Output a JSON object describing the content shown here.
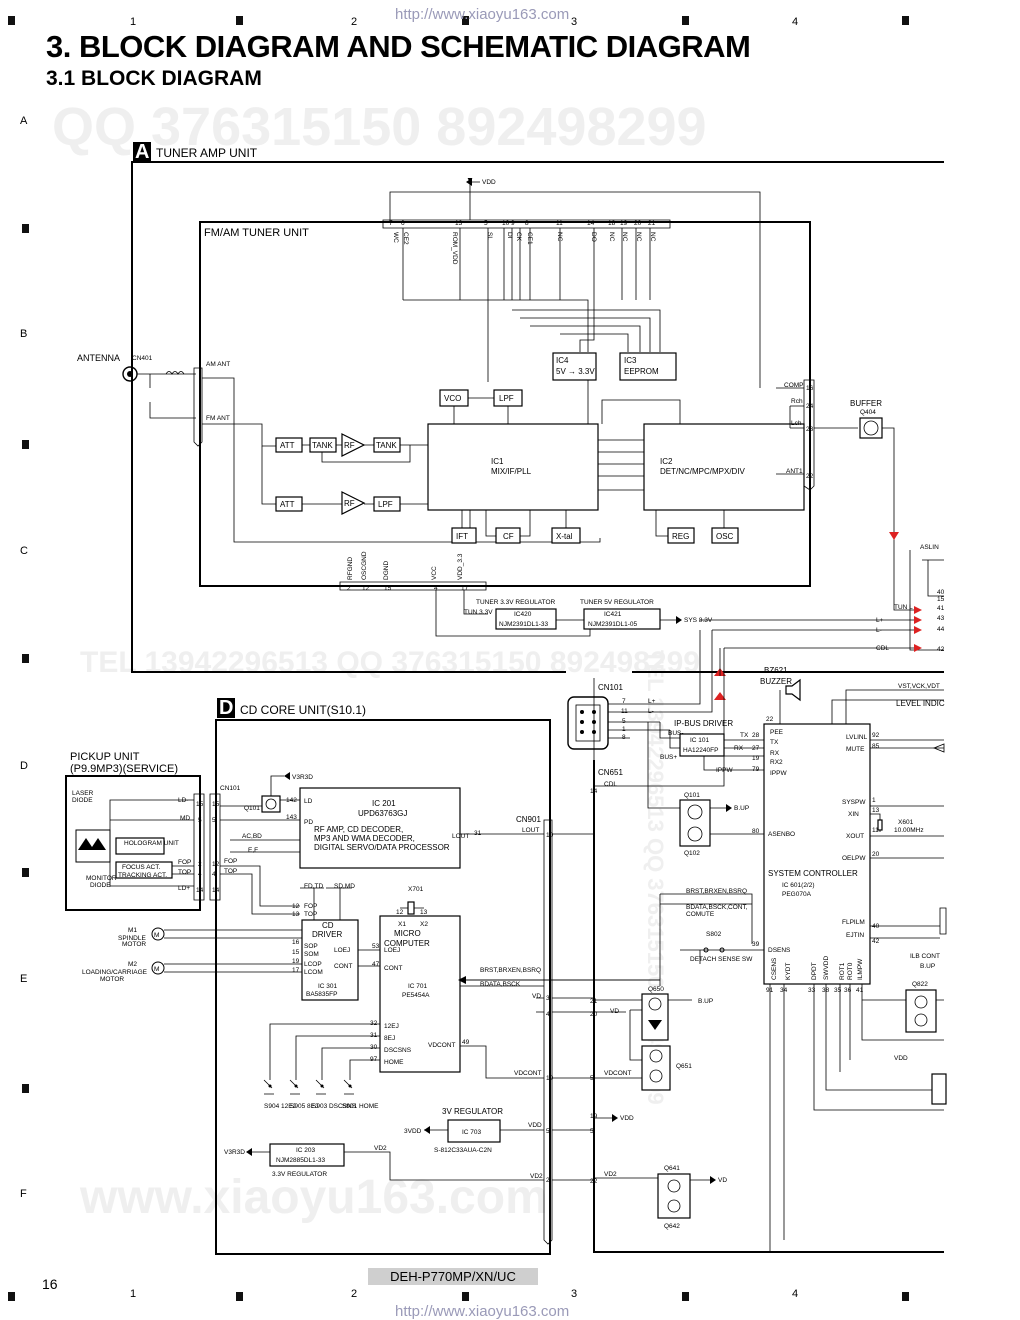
{
  "header": {
    "title": "3. BLOCK DIAGRAM AND SCHEMATIC DIAGRAM",
    "subtitle": "3.1  BLOCK DIAGRAM",
    "url": "http://www.xiaoyu163.com"
  },
  "grid": {
    "columns": [
      "1",
      "2",
      "3",
      "4"
    ],
    "rows": [
      "A",
      "B",
      "C",
      "D",
      "E",
      "F"
    ]
  },
  "watermarks": {
    "qq": "QQ 376315150    892498299",
    "tel": "TEL 13942296513    QQ 376315150  892498299",
    "side": "TEL 13942296513 QQ 376315150 892498299",
    "www": "www.xiaoyu163.com"
  },
  "units": {
    "tuner_amp": {
      "letter": "A",
      "name": "TUNER AMP UNIT"
    },
    "fm_am": {
      "name": "FM/AM TUNER UNIT"
    },
    "cd_core": {
      "letter": "D",
      "name": "CD CORE UNIT(S10.1)"
    }
  },
  "blocks": {
    "antenna": "ANTENNA",
    "cn401": "CN401",
    "am_ant": "AM ANT",
    "fm_ant": "FM ANT",
    "vdd": "VDD",
    "att": "ATT",
    "tank": "TANK",
    "rf": "RF",
    "lpf": "LPF",
    "vco": "VCO",
    "ic1": "IC1",
    "ic1_desc": "MIX/IF/PLL",
    "ic2": "IC2",
    "ic2_desc": "DET/NC/MPC/MPX/DIV",
    "ic3": "IC3",
    "ic3_desc": "EEPROM",
    "ic4": "IC4",
    "ic4_desc": "5V → 3.3V",
    "ift": "IFT",
    "cf": "CF",
    "xtal": "X-tal",
    "reg": "REG",
    "osc": "OSC",
    "comp": "COMP",
    "rch": "Rch",
    "lch": "Lch",
    "ant1": "ANT1",
    "buffer": "BUFFER",
    "q404": "Q404",
    "tuner33": "TUNER 3.3V REGULATOR",
    "tuner5": "TUNER 5V REGULATOR",
    "ic420": "IC420",
    "ic420_pn": "NJM2391DL1-33",
    "ic421": "IC421",
    "ic421_pn": "NJM2391DL1-05",
    "tun33": "TUN 3.3V",
    "sys83": "SYS 8.3V",
    "aslin": "ASLIN",
    "tun_l": "TUN L",
    "lplus": "L+",
    "lminus": "L-",
    "cdl": "CDL",
    "cn101": "CN101",
    "cn651": "CN651",
    "bz621": "BZ621",
    "buzzer": "BUZZER",
    "level": "LEVEL INDIC",
    "vst": "VST,VCK,VDT",
    "ipbus": "IP-BUS DRIVER",
    "ic101": "IC 101",
    "ic101_pn": "HA12240FP",
    "busminus": "BUS-",
    "busplus": "BUS+",
    "ippw": "IPPW",
    "pickup": "PICKUP UNIT",
    "pickup2": "(P9.9MP3)(SERVICE)",
    "laser": "LASER DIODE",
    "monitor": "MONITOR DIODE",
    "hologram": "HOLOGRAM UNIT",
    "focus": "FOCUS ACT.",
    "tracking": "TRACKING ACT.",
    "cn101cd": "CN101",
    "v3r3d": "V3R3D",
    "q101": "Q101",
    "ic201": "IC 201",
    "ic201_pn": "UPD63763GJ",
    "ic201_d1": "RF AMP, CD DECODER,",
    "ic201_d2": "MP3 AND WMA DECODER,",
    "ic201_d3": "DIGITAL SERVO/DATA PROCESSOR",
    "lout": "LOUT",
    "cn901": "CN901",
    "m1": "M1",
    "m1_d": "SPINDLE MOTOR",
    "m2": "M2",
    "m2_d": "LOADING/CARRIAGE MOTOR",
    "cd_driver": "CD DRIVER",
    "ic301": "IC 301",
    "ic301_pn": "BA5835FP",
    "micro": "MICRO COMPUTER",
    "ic701": "IC 701",
    "ic701_pn": "PE5454A",
    "x701": "X701",
    "sw_labels": [
      "S904 12EJ",
      "S905 8EJ",
      "S903 DSCSNS",
      "S901 HOME"
    ],
    "reg3v": "3V REGULATOR",
    "ic703": "IC 703",
    "ic703_pn": "S-812C33AUA-C2N",
    "ic203": "IC 203",
    "ic203_pn": "NJM2885DL1-33",
    "reg33": "3.3V REGULATOR",
    "sysctl": "SYSTEM CONTROLLER",
    "ic601": "IC 601(2/2)",
    "ic601_pn": "PEG070A",
    "x601": "X601",
    "x601_f": "10.00MHz",
    "detach": "DETACH SENSE SW",
    "s802": "S802",
    "ilb": "ILB CONT",
    "bup": "B.UP",
    "vd": "VD",
    "vdd2": "VDD",
    "q650": "Q650",
    "q651": "Q651",
    "q641": "Q641",
    "q642": "Q642",
    "q101b": "Q101",
    "q102": "Q102",
    "q822": "Q822",
    "asenbo": "ASENBO",
    "brst": "BRST,BRXEN,BSRQ",
    "bdata": "BDATA,BSCK,CONT,",
    "comute": "COMUTE",
    "bdata2": "BDATA,BSCK",
    "vdcont": "VDCONT",
    "vd2": "VD2",
    "vdd3": "3VDD"
  },
  "footer": {
    "page": "16",
    "model": "DEH-P770MP/XN/UC"
  }
}
